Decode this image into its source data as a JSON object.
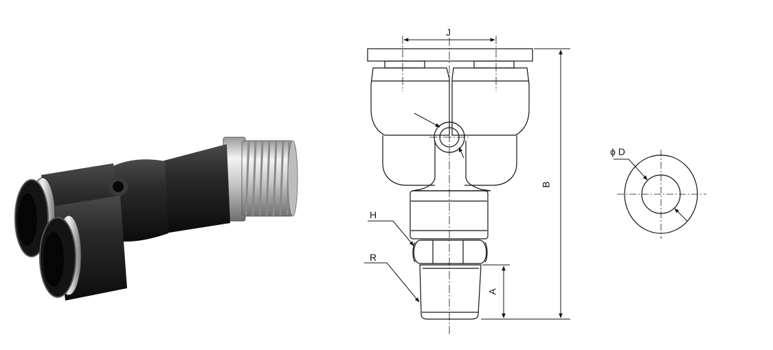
{
  "labels": {
    "j": "J",
    "b": "B",
    "h": "H",
    "r": "R",
    "a": "A",
    "phi_d": "ϕ D"
  },
  "icons": {
    "photo": "y-fitting-photo",
    "drawing": "y-fitting-front-drawing",
    "port": "port-end-view"
  }
}
